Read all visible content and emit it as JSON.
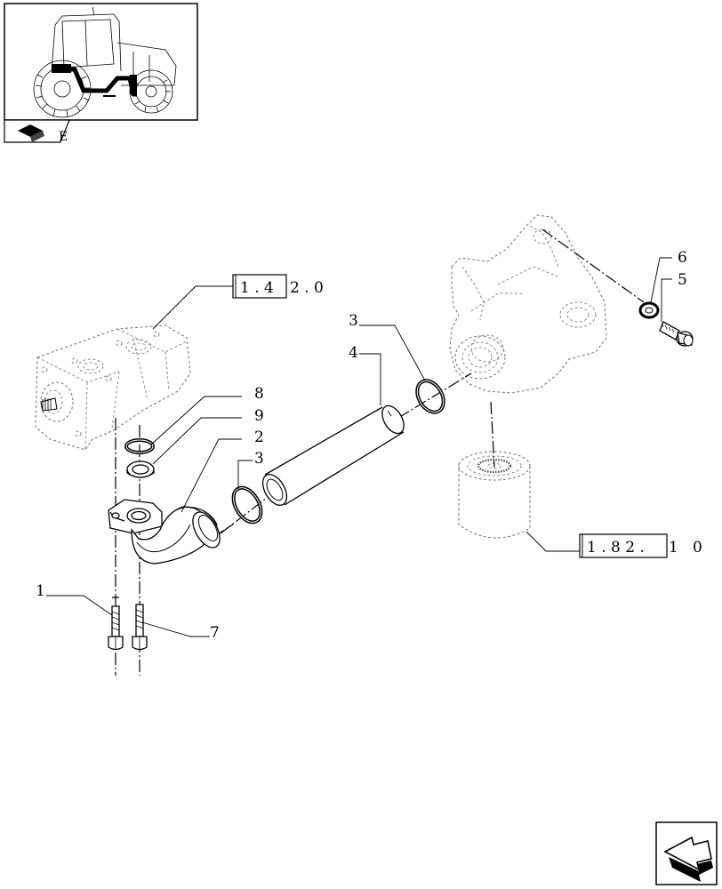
{
  "callouts": {
    "c1": "1",
    "c2": "2",
    "c3a": "3",
    "c3b": "3",
    "c4": "4",
    "c5": "5",
    "c6": "6",
    "c7": "7",
    "c8": "8",
    "c9": "9"
  },
  "references": {
    "pump": {
      "boxed": "1 . 4",
      "rest": "2 . 0"
    },
    "filter": {
      "boxed": "1 . 8 2 .",
      "rest": "1   0"
    }
  },
  "thumbnail": {
    "corner_text": "E"
  },
  "colors": {
    "highlight": "#000000",
    "ghost_line": "#7a7a7a"
  },
  "icons": {
    "thumbnail": "tractor-icon",
    "book": "book-icon",
    "navigation": "next-page-arrow-icon"
  }
}
